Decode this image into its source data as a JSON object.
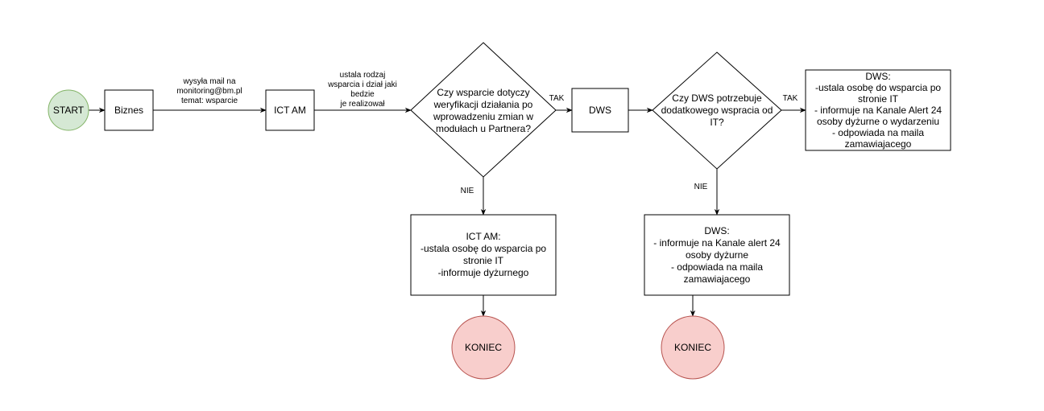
{
  "nodes": {
    "start": {
      "label": "START",
      "fill": "#d5e8d4",
      "stroke": "#82b366"
    },
    "biznes": {
      "label": "Biznes"
    },
    "ict_am": {
      "label": "ICT AM"
    },
    "decision1": {
      "lines": [
        "Czy wsparcie dotyczy",
        "weryfikacji działania po",
        "wprowadzeniu zmian w",
        "modułach u Partnera?"
      ]
    },
    "dws": {
      "label": "DWS"
    },
    "decision2": {
      "lines": [
        "Czy DWS potrzebuje",
        "dodatkowego wspracia od",
        "IT?"
      ]
    },
    "dws_box_top": {
      "lines": [
        "DWS:",
        "-ustala osobę do wsparcia po",
        "stronie IT",
        "- informuje na Kanale Alert 24",
        "osoby dyżurne o wydarzeniu",
        "- odpowiada na maila",
        "zamawiajacego"
      ]
    },
    "ict_am_box": {
      "lines": [
        "ICT AM:",
        "-ustala osobę do wsparcia po",
        "stronie IT",
        "-informuje dyżurnego"
      ]
    },
    "dws_box_bottom": {
      "lines": [
        "DWS:",
        "- informuje na Kanale alert 24",
        "osoby dyżurne",
        "- odpowiada na maila",
        "zamawiajacego"
      ]
    },
    "koniec1": {
      "label": "KONIEC",
      "fill": "#f8cecc",
      "stroke": "#b85450"
    },
    "koniec2": {
      "label": "KONIEC",
      "fill": "#f8cecc",
      "stroke": "#b85450"
    }
  },
  "edge_labels": {
    "mail": [
      "wysyła mail na",
      "monitoring@bm.pl",
      "temat: wsparcie"
    ],
    "ustala": [
      "ustala rodzaj",
      "wsparcia i dział jaki",
      "bedzie",
      "je realizował"
    ],
    "tak1": "TAK",
    "nie1": "NIE",
    "tak2": "TAK",
    "nie2": "NIE"
  }
}
